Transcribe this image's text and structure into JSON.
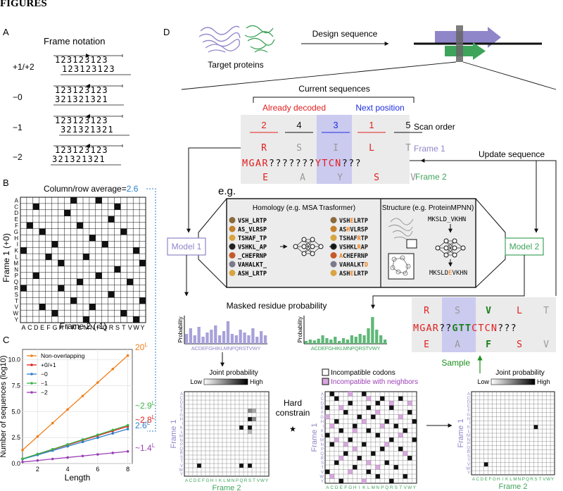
{
  "header": "FIGURES",
  "panels": {
    "A": {
      "label": "A",
      "title": "Frame notation",
      "rows": [
        {
          "tag": "+1/+2",
          "line1": "123123123",
          "line2": "123123123"
        },
        {
          "tag": "−0",
          "line1": "123123123",
          "line2": "321321321"
        },
        {
          "tag": "−1",
          "line1": "123123123",
          "line2": "321321321"
        },
        {
          "tag": "−2",
          "line1": "123123123",
          "line2": "321321321"
        }
      ]
    },
    "B": {
      "label": "B",
      "average_label": "Column/row average=",
      "average_value": "2.6",
      "letters": "ACDEFGHIKLMNPQRSTVWY",
      "x_label": "Frame 2 (-1)",
      "y_label": "Frame 1 (+0)",
      "filled_cells": [
        [
          0,
          8
        ],
        [
          0,
          12
        ],
        [
          1,
          2
        ],
        [
          1,
          15
        ],
        [
          2,
          7
        ],
        [
          3,
          14
        ],
        [
          4,
          1
        ],
        [
          4,
          9
        ],
        [
          5,
          3
        ],
        [
          5,
          16
        ],
        [
          6,
          11
        ],
        [
          7,
          5
        ],
        [
          7,
          13
        ],
        [
          8,
          0
        ],
        [
          8,
          18
        ],
        [
          9,
          4
        ],
        [
          9,
          10
        ],
        [
          10,
          6
        ],
        [
          10,
          19
        ],
        [
          11,
          15
        ],
        [
          12,
          2
        ],
        [
          12,
          12
        ],
        [
          13,
          9
        ],
        [
          13,
          17
        ],
        [
          14,
          0
        ],
        [
          14,
          6
        ],
        [
          15,
          14
        ],
        [
          16,
          8
        ],
        [
          16,
          19
        ],
        [
          17,
          3
        ],
        [
          17,
          11
        ],
        [
          18,
          5
        ],
        [
          18,
          16
        ],
        [
          19,
          10
        ],
        [
          19,
          18
        ]
      ]
    },
    "C": {
      "label": "C",
      "chart_data": {
        "type": "line",
        "xlabel": "Length",
        "ylabel": "Number of sequences (log10)",
        "x_ticks": [
          "2",
          "4",
          "6",
          "8"
        ],
        "y_ticks": [
          "0.0",
          "2.5",
          "5.0",
          "7.5",
          "10.0"
        ],
        "xlim": [
          1,
          8.3
        ],
        "ylim": [
          0,
          11
        ],
        "x": [
          1,
          2,
          3,
          4,
          5,
          6,
          7,
          8
        ],
        "series": [
          {
            "name": "Non-overlapping",
            "color": "#f07f1b",
            "values": [
              1.3,
              2.6,
              3.9,
              5.21,
              6.51,
              7.81,
              9.11,
              10.41
            ],
            "end_label": "20",
            "end_exp": "L"
          },
          {
            "name": "+0/+1",
            "color": "#e0201f",
            "values": [
              0.45,
              0.9,
              1.35,
              1.79,
              2.24,
              2.69,
              3.14,
              3.58
            ],
            "end_label": "~2.8",
            "end_exp": "L"
          },
          {
            "name": "−0",
            "color": "#2a7fc9",
            "values": [
              0.42,
              0.83,
              1.25,
              1.66,
              2.08,
              2.49,
              2.91,
              3.33
            ],
            "end_label": "2.6",
            "end_exp": "L"
          },
          {
            "name": "−1",
            "color": "#3db34a",
            "values": [
              0.46,
              0.92,
              1.38,
              1.85,
              2.31,
              2.77,
              3.23,
              3.69
            ],
            "end_label": "~2.9",
            "end_exp": "L"
          },
          {
            "name": "−2",
            "color": "#9b3fb5",
            "values": [
              0.15,
              0.29,
              0.44,
              0.58,
              0.73,
              0.88,
              1.02,
              1.17
            ],
            "end_label": "~1.4",
            "end_exp": "L"
          }
        ]
      }
    },
    "D": {
      "label": "D",
      "target_label": "Target proteins",
      "design_label": "Design sequence",
      "current_sequences": "Current sequences",
      "already_decoded": "Already decoded",
      "next_position": "Next position",
      "scan_order": "Scan order",
      "scan_numbers": [
        "2",
        "4",
        "3",
        "1",
        "5"
      ],
      "frame1": "Frame 1",
      "frame2": "Frame 2",
      "update_sequence": "Update sequence",
      "frame1_aa": [
        "R",
        "S",
        "I",
        "L",
        "T"
      ],
      "dna": "MGAR???????YTCN???",
      "frame2_aa": [
        "E",
        "A",
        "Y",
        "S",
        "V"
      ],
      "eg": "e.g.",
      "homology_title": "Homology (e.g. MSA Trasformer)",
      "structure_title": "Structure (e.g. ProteinMPNN)",
      "msa_in": [
        "VSH_LRTP",
        "AS_VLRSP",
        "TSHAF_TP",
        "VSHKL_AP",
        "_CHEFRNP",
        "VAHALKT_",
        "ASH_LRTP"
      ],
      "msa_out": [
        "VSHELRTP",
        "ASHVLRSP",
        "TSHAFRTP",
        "VSHKLRAP",
        "ACHEFRNP",
        "VAHALKTD",
        "ASHELRTP"
      ],
      "struct_in": "MKSLD_VKHN",
      "struct_out": "MKSLDEVKHN",
      "model1": "Model 1",
      "model2": "Model 2",
      "masked_prob": "Masked residue probability",
      "probability": "Probability",
      "aa_axis": "ACDEFGHIKLMNPQRSTVWY",
      "bars_purple": [
        0.35,
        0.55,
        0.3,
        0.6,
        0.25,
        0.4,
        0.5,
        0.65,
        0.3,
        0.45,
        0.8,
        0.35,
        0.3,
        0.5,
        0.4,
        0.3,
        0.55,
        0.25,
        0.45,
        0.3
      ],
      "bars_green": [
        0.1,
        0.15,
        0.12,
        0.18,
        0.3,
        0.2,
        0.15,
        0.25,
        0.1,
        0.2,
        0.15,
        0.3,
        0.25,
        0.35,
        0.3,
        0.55,
        0.95,
        0.5,
        0.3,
        0.15
      ],
      "joint_probability": "Joint probability",
      "low": "Low",
      "high": "High",
      "hard_constrain": "Hard\nconstrain",
      "incompatible_codons": "Incompatible codons",
      "incompatible_neighbors": "Incompatible with neighbors",
      "sample": "Sample",
      "updated_frame1": [
        "R",
        "S",
        "V",
        "L",
        "T"
      ],
      "updated_dna": "MGAR??GTTCTCN???",
      "updated_frame2": [
        "E",
        "A",
        "F",
        "S",
        "V"
      ]
    }
  }
}
